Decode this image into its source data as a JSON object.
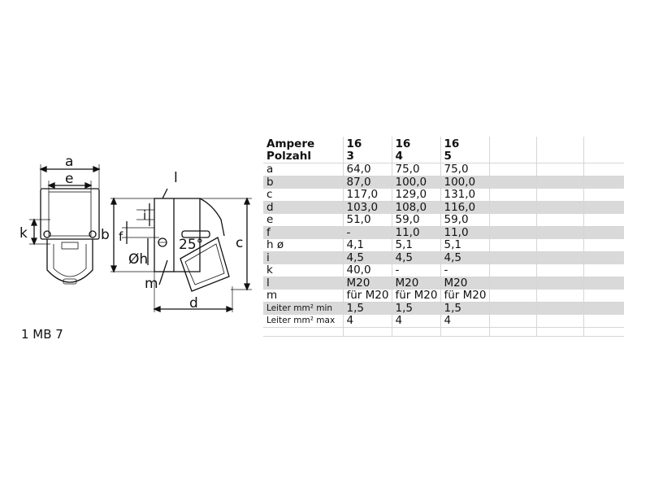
{
  "drawing": {
    "labels": {
      "a": "a",
      "e": "e",
      "k": "k",
      "b": "b",
      "i": "i",
      "f": "f",
      "h": "Øh",
      "angle": "25°",
      "m": "m",
      "d": "d",
      "l": "l",
      "c": "c"
    }
  },
  "model_code": "1 MB 7",
  "table": {
    "header": {
      "label_line1": "Ampere",
      "label_line2": "Polzahl",
      "columns": [
        {
          "ampere": "16",
          "poles": "3"
        },
        {
          "ampere": "16",
          "poles": "4"
        },
        {
          "ampere": "16",
          "poles": "5"
        }
      ]
    },
    "rows": [
      {
        "label": "a",
        "values": [
          "64,0",
          "75,0",
          "75,0"
        ]
      },
      {
        "label": "b",
        "values": [
          "87,0",
          "100,0",
          "100,0"
        ]
      },
      {
        "label": "c",
        "values": [
          "117,0",
          "129,0",
          "131,0"
        ]
      },
      {
        "label": "d",
        "values": [
          "103,0",
          "108,0",
          "116,0"
        ]
      },
      {
        "label": "e",
        "values": [
          "51,0",
          "59,0",
          "59,0"
        ]
      },
      {
        "label": "f",
        "values": [
          "-",
          "11,0",
          "11,0"
        ]
      },
      {
        "label": "h ø",
        "values": [
          "4,1",
          "5,1",
          "5,1"
        ]
      },
      {
        "label": "i",
        "values": [
          "4,5",
          "4,5",
          "4,5"
        ]
      },
      {
        "label": "k",
        "values": [
          "40,0",
          "-",
          "-"
        ]
      },
      {
        "label": "l",
        "values": [
          "M20",
          "M20",
          "M20"
        ]
      },
      {
        "label": "m",
        "values": [
          "für M20",
          "für M20",
          "für M20"
        ]
      },
      {
        "label": "Leiter mm² min",
        "values": [
          "1,5",
          "1,5",
          "1,5"
        ]
      },
      {
        "label": "Leiter mm² max",
        "values": [
          "4",
          "4",
          "4"
        ]
      }
    ]
  }
}
